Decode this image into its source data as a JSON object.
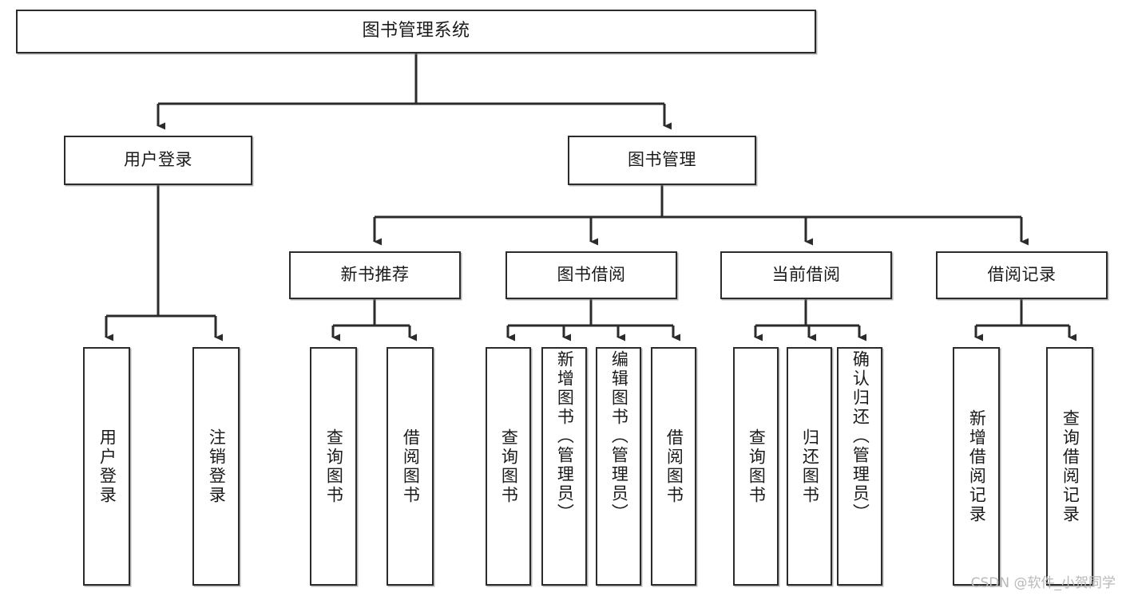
{
  "diagram": {
    "title": "图书管理系统",
    "watermark": "CSDN @软件_小贺同学",
    "colors": {
      "background": "#ffffff",
      "node_border": "#2b2b2b",
      "node_fill": "#ffffff",
      "edge": "#2b2b2b",
      "watermark": "#b9b9b9"
    },
    "levels": {
      "root": "图书管理系统",
      "level2": [
        "用户登录",
        "图书管理"
      ],
      "level3": [
        "新书推荐",
        "图书借阅",
        "当前借阅",
        "借阅记录"
      ]
    },
    "nodes": {
      "root": {
        "label": "图书管理系统"
      },
      "user_login": {
        "label": "用户登录"
      },
      "book_manage": {
        "label": "图书管理"
      },
      "new_book_rec": {
        "label": "新书推荐"
      },
      "book_borrow": {
        "label": "图书借阅"
      },
      "current_borrow": {
        "label": "当前借阅"
      },
      "borrow_record": {
        "label": "借阅记录"
      },
      "leaf_user_login": {
        "label": "用户登录"
      },
      "leaf_logout": {
        "label": "注销登录"
      },
      "leaf_query_book_1": {
        "label": "查询图书"
      },
      "leaf_borrow_book_1": {
        "label": "借阅图书"
      },
      "leaf_query_book_2": {
        "label": "查询图书"
      },
      "leaf_add_book": {
        "label": "新增图书（管理员）"
      },
      "leaf_edit_book": {
        "label": "编辑图书（管理员）"
      },
      "leaf_borrow_book_2": {
        "label": "借阅图书"
      },
      "leaf_query_book_3": {
        "label": "查询图书"
      },
      "leaf_return_book": {
        "label": "归还图书"
      },
      "leaf_confirm_return": {
        "label": "确认归还（管理员）"
      },
      "leaf_add_record": {
        "label": "新增借阅记录"
      },
      "leaf_query_record": {
        "label": "查询借阅记录"
      }
    },
    "tree": {
      "图书管理系统": {
        "用户登录": [
          "用户登录",
          "注销登录"
        ],
        "图书管理": {
          "新书推荐": [
            "查询图书",
            "借阅图书"
          ],
          "图书借阅": [
            "查询图书",
            "新增图书（管理员）",
            "编辑图书（管理员）",
            "借阅图书"
          ],
          "当前借阅": [
            "查询图书",
            "归还图书",
            "确认归还（管理员）"
          ],
          "借阅记录": [
            "新增借阅记录",
            "查询借阅记录"
          ]
        }
      }
    }
  }
}
